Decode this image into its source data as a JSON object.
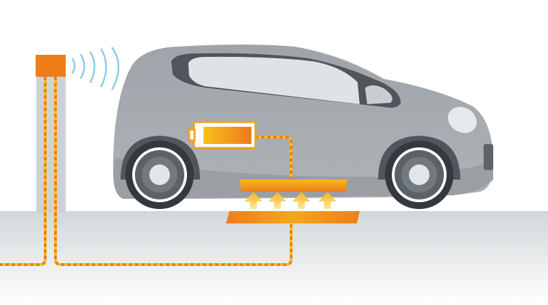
{
  "illustration": {
    "subject": "wireless-ev-charging",
    "colors": {
      "orange": "#ef7d1a",
      "yellow": "#f9c21a",
      "car_body": "#a3a8ad",
      "car_dark": "#4f565c",
      "window": "#dfe3e6",
      "signal": "#8ccbea",
      "ground": "#d6d9dc"
    },
    "battery_level": 1.0,
    "arrow_count": 4,
    "signal_wave_count": 5
  }
}
